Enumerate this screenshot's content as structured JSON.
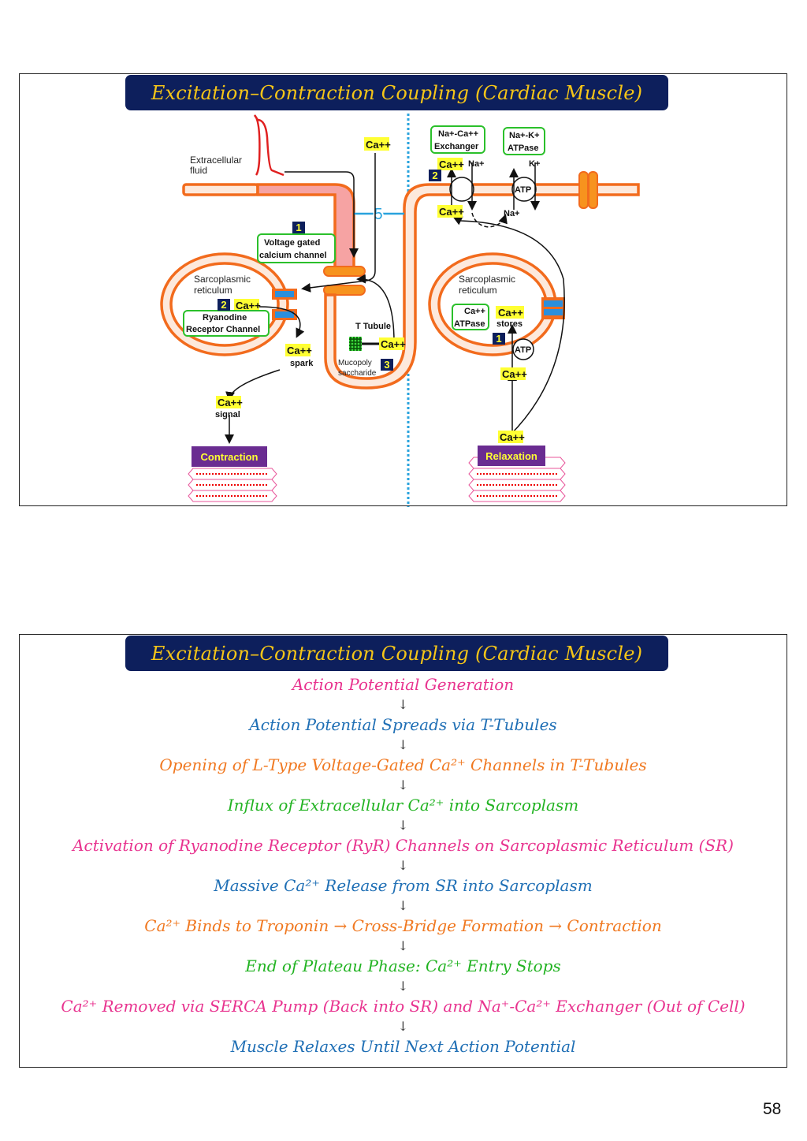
{
  "slides": [
    {
      "title": "Excitation–Contraction Coupling (Cardiac Muscle)",
      "diagram": {
        "labels": {
          "extracellular_fluid_1": "Extracellular",
          "extracellular_fluid_2": "fluid",
          "ca_top": "Ca++",
          "five": "5",
          "vgcc_1": "Voltage gated",
          "vgcc_2": "calcium channel",
          "badge_1_left": "1",
          "sr_left_1": "Sarcoplasmic",
          "sr_left_2": "reticulum",
          "badge_2_left": "2",
          "ca_ryr": "Ca++",
          "ryr_1": "Ryanodine",
          "ryr_2": "Receptor Channel",
          "ca_spark": "Ca++",
          "spark": "spark",
          "t_tubule": "T Tubule",
          "ca_tubule": "Ca++",
          "mucopoly_1": "Mucopoly",
          "mucopoly_2": "saccharide",
          "badge_3": "3",
          "ca_signal": "Ca++",
          "signal": "signal",
          "contraction": "Contraction",
          "ncx_1": "Na+-Ca++",
          "ncx_2": "Exchanger",
          "nak_1": "Na+-K+",
          "nak_2": "ATPase",
          "ca_ncx_out": "Ca++",
          "na_ncx": "Na+",
          "k_pump": "K+",
          "badge_2_right": "2",
          "atp_pump": "ATP",
          "ca_ncx_in": "Ca++",
          "na_pump": "Na+",
          "sr_right_1": "Sarcoplasmic",
          "sr_right_2": "reticulum",
          "serca_1": "Ca++",
          "serca_2": "ATPase",
          "ca_stores": "Ca++",
          "stores": "stores",
          "badge_1_right": "1",
          "atp_serca": "ATP",
          "ca_serca": "Ca++",
          "ca_relax": "Ca++",
          "relaxation": "Relaxation"
        }
      }
    },
    {
      "title": "Excitation–Contraction Coupling (Cardiac Muscle)",
      "flow": [
        {
          "text": "Action Potential Generation",
          "color": "#e8338f"
        },
        {
          "text": "Action Potential Spreads via T-Tubules",
          "color": "#1f6fb5"
        },
        {
          "text": "Opening of L-Type Voltage-Gated Ca²⁺ Channels in T-Tubules",
          "color": "#f07820"
        },
        {
          "text": "Influx of Extracellular Ca²⁺ into Sarcoplasm",
          "color": "#22b322"
        },
        {
          "text": "Activation of Ryanodine Receptor (RyR) Channels on Sarcoplasmic Reticulum (SR)",
          "color": "#e8338f"
        },
        {
          "text": "Massive Ca²⁺ Release from SR into Sarcoplasm",
          "color": "#1f6fb5"
        },
        {
          "text": "Ca²⁺ Binds to Troponin → Cross-Bridge Formation → Contraction",
          "color": "#f07820"
        },
        {
          "text": "End of Plateau Phase: Ca²⁺ Entry Stops",
          "color": "#22b322"
        },
        {
          "text": "Ca²⁺ Removed via SERCA Pump (Back into SR) and Na⁺-Ca²⁺ Exchanger (Out of Cell)",
          "color": "#e8338f"
        },
        {
          "text": "Muscle Relaxes Until Next Action Potential",
          "color": "#1f6fb5"
        }
      ],
      "arrow_glyph": "↓"
    }
  ],
  "colors": {
    "banner_bg": "#0d1f5c",
    "banner_text": "#f5c518",
    "membrane": "#f26b1d",
    "membrane_fill": "#fde9dc",
    "highlight": "#ffff33",
    "box_green": "#2bc02b",
    "purple": "#6a2c91",
    "divider": "#29a3dd"
  },
  "page_number": "58"
}
